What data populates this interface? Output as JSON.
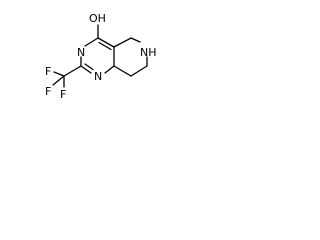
{
  "molecule": {
    "atoms": {
      "hydroxyl": "OH",
      "n3": "N",
      "n1": "N",
      "nh": "NH",
      "f_left": "F",
      "f_bottom_left": "F",
      "f_bottom": "F"
    }
  }
}
